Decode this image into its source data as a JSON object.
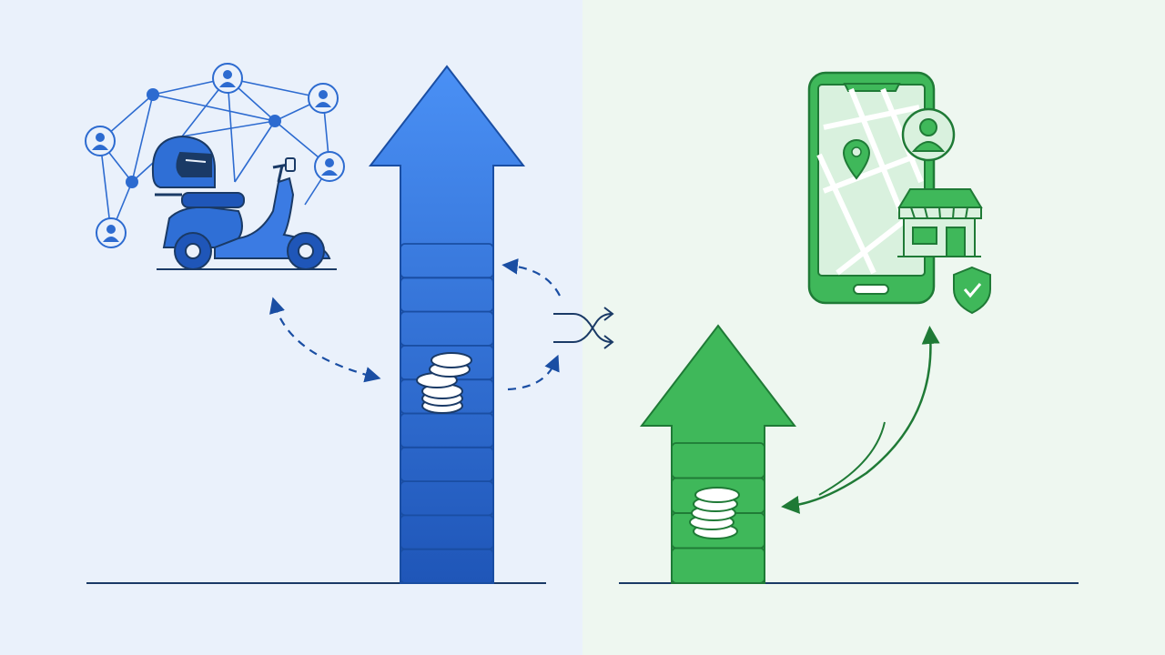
{
  "colors": {
    "left_bg": "#eaf1fb",
    "right_bg": "#eef7f0",
    "blue_top": "#4a90f5",
    "blue_bottom": "#1f56b8",
    "blue_stroke": "#1a4ea3",
    "green_fill": "#3fb85a",
    "green_stroke": "#1f7a36",
    "green_light": "#d9f1de",
    "ink": "#1a3a66"
  },
  "left_panel": {
    "illustration": "delivery-rider-network",
    "growth": "large",
    "segments": 10,
    "icons": [
      "scooter-icon",
      "helmet-icon",
      "network-icon",
      "user-icon",
      "coin-stack-icon"
    ]
  },
  "right_panel": {
    "illustration": "smartphone-store-map",
    "growth": "small",
    "segments": 4,
    "icons": [
      "smartphone-icon",
      "map-pin-icon",
      "storefront-icon",
      "user-icon",
      "shield-check-icon",
      "coin-stack-icon"
    ]
  },
  "connectors": [
    "dashed-bidirectional-arrow",
    "shuffle-icon",
    "curved-bidirectional-arrow"
  ]
}
